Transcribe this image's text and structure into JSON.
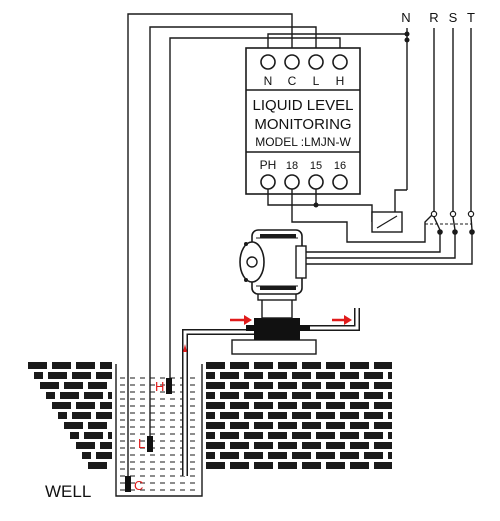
{
  "phases": {
    "n": "N",
    "r": "R",
    "s": "S",
    "t": "T"
  },
  "relay": {
    "top_terminals": [
      "N",
      "C",
      "L",
      "H"
    ],
    "title_line1": "LIQUID LEVEL",
    "title_line2": "MONITORING",
    "model": "MODEL :LMJN-W",
    "bottom_terminals": [
      "PH",
      "18",
      "15",
      "16"
    ]
  },
  "well": {
    "label": "WELL",
    "probes": {
      "high": "H",
      "low": "L",
      "common": "C"
    }
  },
  "colors": {
    "line": "#1a1a1a",
    "probe_label": "#e01b1b",
    "flow_arrow": "#e01b1b",
    "brick": "#1a1a1a"
  },
  "icons": [
    "motor-pump-icon",
    "contactor-coil-icon",
    "flow-arrow-icon",
    "brick-wall-icon"
  ]
}
